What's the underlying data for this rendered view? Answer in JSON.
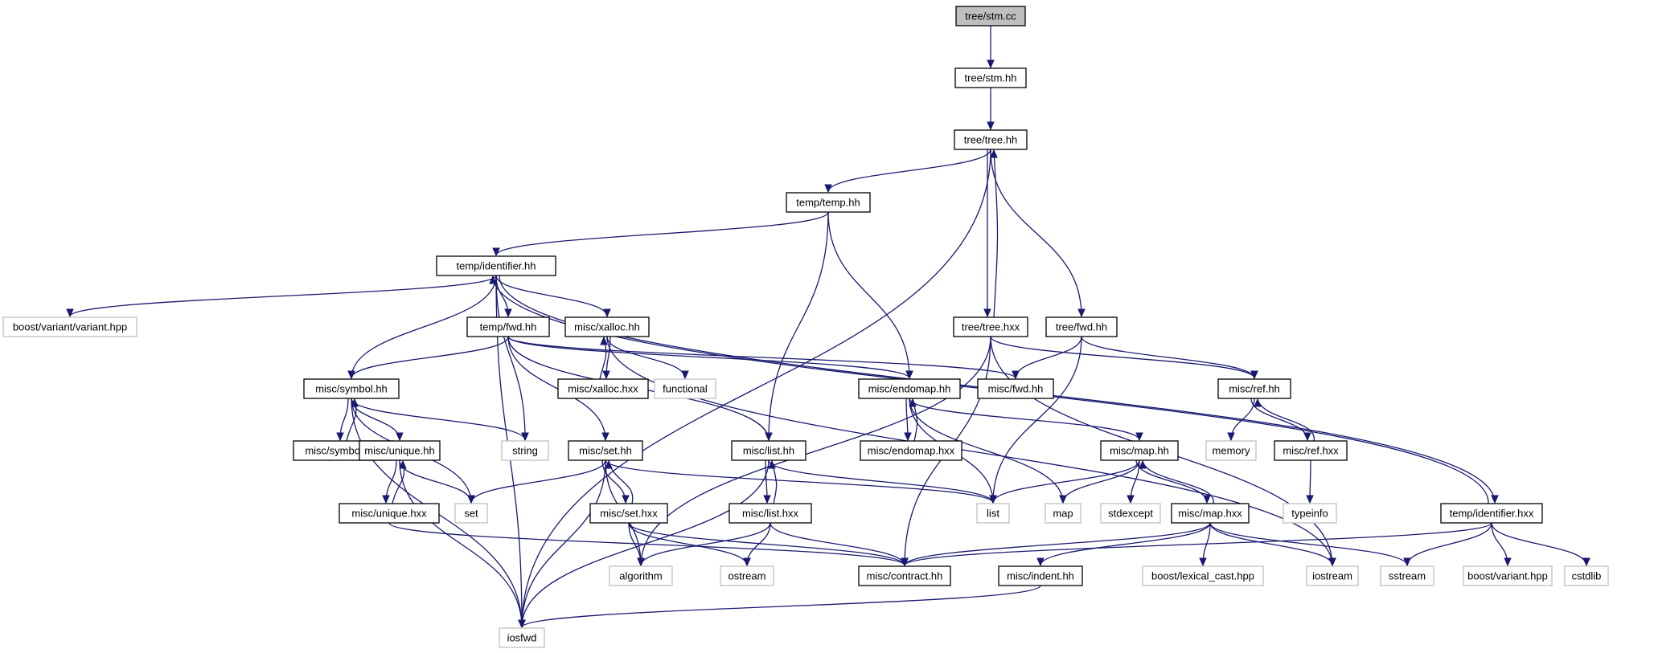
{
  "colors": {
    "edge": "#191970",
    "node_border": "#000000",
    "external_border": "#bfbfbf",
    "root_fill": "#bfbfbf",
    "node_fill": "#ffffff",
    "text": "#000000",
    "external_text": "#3f3f3f"
  },
  "nodes": [
    {
      "id": "n0",
      "label": "tree/stm.cc",
      "kind": "root"
    },
    {
      "id": "n1",
      "label": "tree/stm.hh",
      "kind": "internal"
    },
    {
      "id": "n2",
      "label": "tree/tree.hh",
      "kind": "internal"
    },
    {
      "id": "n3",
      "label": "temp/temp.hh",
      "kind": "internal"
    },
    {
      "id": "n4",
      "label": "temp/identifier.hh",
      "kind": "internal"
    },
    {
      "id": "n5",
      "label": "boost/variant/variant.hpp",
      "kind": "external"
    },
    {
      "id": "n6",
      "label": "temp/fwd.hh",
      "kind": "internal"
    },
    {
      "id": "n7",
      "label": "misc/xalloc.hh",
      "kind": "internal"
    },
    {
      "id": "n8",
      "label": "tree/tree.hxx",
      "kind": "internal"
    },
    {
      "id": "n9",
      "label": "tree/fwd.hh",
      "kind": "internal"
    },
    {
      "id": "n10",
      "label": "misc/xalloc.hxx",
      "kind": "internal"
    },
    {
      "id": "n11",
      "label": "functional",
      "kind": "external"
    },
    {
      "id": "n12",
      "label": "misc/symbol.hh",
      "kind": "internal"
    },
    {
      "id": "n13",
      "label": "misc/endomap.hh",
      "kind": "internal"
    },
    {
      "id": "n14",
      "label": "misc/fwd.hh",
      "kind": "internal"
    },
    {
      "id": "n15",
      "label": "misc/ref.hh",
      "kind": "internal"
    },
    {
      "id": "n16",
      "label": "misc/symbol.hxx",
      "kind": "internal"
    },
    {
      "id": "n17",
      "label": "misc/unique.hh",
      "kind": "internal"
    },
    {
      "id": "n18",
      "label": "string",
      "kind": "external"
    },
    {
      "id": "n19",
      "label": "misc/set.hh",
      "kind": "internal"
    },
    {
      "id": "n20",
      "label": "misc/list.hh",
      "kind": "internal"
    },
    {
      "id": "n21",
      "label": "misc/endomap.hxx",
      "kind": "internal"
    },
    {
      "id": "n22",
      "label": "misc/map.hh",
      "kind": "internal"
    },
    {
      "id": "n23",
      "label": "memory",
      "kind": "external"
    },
    {
      "id": "n24",
      "label": "misc/ref.hxx",
      "kind": "internal"
    },
    {
      "id": "n25",
      "label": "misc/unique.hxx",
      "kind": "internal"
    },
    {
      "id": "n26",
      "label": "set",
      "kind": "external"
    },
    {
      "id": "n27",
      "label": "misc/set.hxx",
      "kind": "internal"
    },
    {
      "id": "n28",
      "label": "misc/list.hxx",
      "kind": "internal"
    },
    {
      "id": "n29",
      "label": "list",
      "kind": "external"
    },
    {
      "id": "n30",
      "label": "map",
      "kind": "external"
    },
    {
      "id": "n31",
      "label": "stdexcept",
      "kind": "external"
    },
    {
      "id": "n32",
      "label": "misc/map.hxx",
      "kind": "internal"
    },
    {
      "id": "n33",
      "label": "typeinfo",
      "kind": "external"
    },
    {
      "id": "n34",
      "label": "temp/identifier.hxx",
      "kind": "internal"
    },
    {
      "id": "n35",
      "label": "algorithm",
      "kind": "external"
    },
    {
      "id": "n36",
      "label": "ostream",
      "kind": "external"
    },
    {
      "id": "n37",
      "label": "misc/contract.hh",
      "kind": "internal"
    },
    {
      "id": "n38",
      "label": "misc/indent.hh",
      "kind": "internal"
    },
    {
      "id": "n39",
      "label": "boost/lexical_cast.hpp",
      "kind": "external"
    },
    {
      "id": "n40",
      "label": "iostream",
      "kind": "external"
    },
    {
      "id": "n41",
      "label": "sstream",
      "kind": "external"
    },
    {
      "id": "n42",
      "label": "boost/variant.hpp",
      "kind": "external"
    },
    {
      "id": "n43",
      "label": "cstdlib",
      "kind": "external"
    },
    {
      "id": "n44",
      "label": "iosfwd",
      "kind": "external"
    }
  ],
  "edges": [
    [
      "n0",
      "n1"
    ],
    [
      "n1",
      "n2"
    ],
    [
      "n2",
      "n3"
    ],
    [
      "n2",
      "n8"
    ],
    [
      "n2",
      "n9"
    ],
    [
      "n2",
      "n44"
    ],
    [
      "n3",
      "n4"
    ],
    [
      "n3",
      "n20"
    ],
    [
      "n3",
      "n13"
    ],
    [
      "n4",
      "n5"
    ],
    [
      "n4",
      "n6"
    ],
    [
      "n4",
      "n7"
    ],
    [
      "n4",
      "n12"
    ],
    [
      "n4",
      "n18"
    ],
    [
      "n4",
      "n34"
    ],
    [
      "n4",
      "n44"
    ],
    [
      "n6",
      "n12"
    ],
    [
      "n6",
      "n13"
    ],
    [
      "n6",
      "n14"
    ],
    [
      "n6",
      "n19"
    ],
    [
      "n6",
      "n20"
    ],
    [
      "n7",
      "n10"
    ],
    [
      "n7",
      "n11"
    ],
    [
      "n7",
      "n40"
    ],
    [
      "n8",
      "n2"
    ],
    [
      "n8",
      "n15"
    ],
    [
      "n8",
      "n35"
    ],
    [
      "n8",
      "n37"
    ],
    [
      "n8",
      "n40"
    ],
    [
      "n9",
      "n14"
    ],
    [
      "n9",
      "n15"
    ],
    [
      "n9",
      "n29"
    ],
    [
      "n10",
      "n7"
    ],
    [
      "n12",
      "n16"
    ],
    [
      "n12",
      "n17"
    ],
    [
      "n12",
      "n18"
    ],
    [
      "n12",
      "n26"
    ],
    [
      "n12",
      "n44"
    ],
    [
      "n13",
      "n21"
    ],
    [
      "n13",
      "n22"
    ],
    [
      "n13",
      "n29"
    ],
    [
      "n13",
      "n30"
    ],
    [
      "n15",
      "n23"
    ],
    [
      "n15",
      "n24"
    ],
    [
      "n16",
      "n12"
    ],
    [
      "n17",
      "n25"
    ],
    [
      "n17",
      "n26"
    ],
    [
      "n17",
      "n44"
    ],
    [
      "n19",
      "n26"
    ],
    [
      "n19",
      "n27"
    ],
    [
      "n19",
      "n29"
    ],
    [
      "n19",
      "n35"
    ],
    [
      "n19",
      "n44"
    ],
    [
      "n20",
      "n28"
    ],
    [
      "n20",
      "n29"
    ],
    [
      "n20",
      "n44"
    ],
    [
      "n21",
      "n13"
    ],
    [
      "n22",
      "n29"
    ],
    [
      "n22",
      "n30"
    ],
    [
      "n22",
      "n31"
    ],
    [
      "n22",
      "n32"
    ],
    [
      "n24",
      "n15"
    ],
    [
      "n24",
      "n33"
    ],
    [
      "n25",
      "n17"
    ],
    [
      "n25",
      "n37"
    ],
    [
      "n27",
      "n19"
    ],
    [
      "n27",
      "n35"
    ],
    [
      "n27",
      "n36"
    ],
    [
      "n27",
      "n37"
    ],
    [
      "n28",
      "n20"
    ],
    [
      "n28",
      "n35"
    ],
    [
      "n28",
      "n36"
    ],
    [
      "n28",
      "n37"
    ],
    [
      "n32",
      "n22"
    ],
    [
      "n32",
      "n37"
    ],
    [
      "n32",
      "n38"
    ],
    [
      "n32",
      "n39"
    ],
    [
      "n32",
      "n40"
    ],
    [
      "n32",
      "n41"
    ],
    [
      "n34",
      "n4"
    ],
    [
      "n34",
      "n37"
    ],
    [
      "n34",
      "n41"
    ],
    [
      "n34",
      "n42"
    ],
    [
      "n34",
      "n43"
    ],
    [
      "n38",
      "n44"
    ]
  ]
}
